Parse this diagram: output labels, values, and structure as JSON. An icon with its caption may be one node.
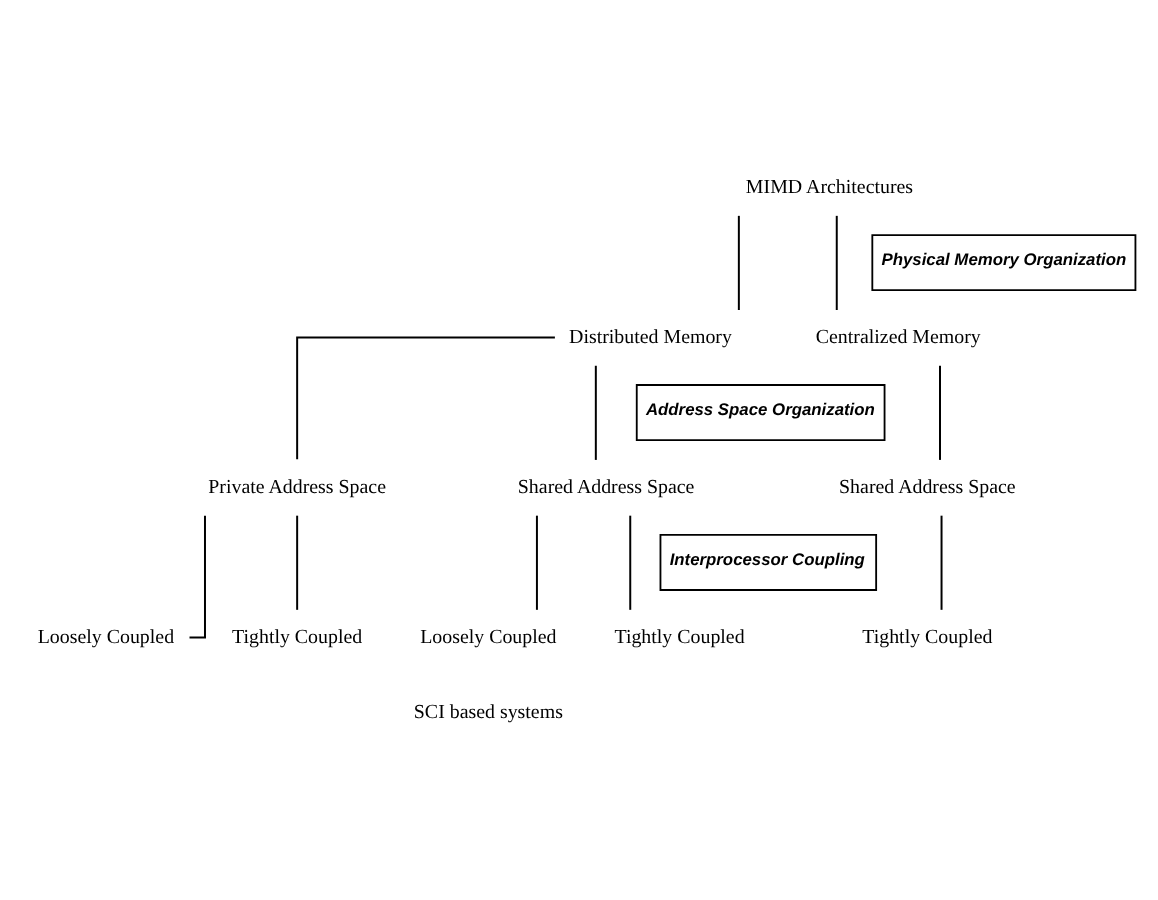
{
  "diagram": {
    "nodes": [
      {
        "text": [
          "MIMD Architectures"
        ]
      },
      {
        "text": [
          "Distributed Memory"
        ]
      },
      {
        "text": [
          "Centralized Memory"
        ]
      },
      {
        "text": [
          "Private Address Space"
        ]
      },
      {
        "text": [
          "Shared Address Space"
        ]
      },
      {
        "text": [
          "Shared Address Space"
        ]
      },
      {
        "text": [
          "Loosely Coupled"
        ]
      },
      {
        "text": [
          "Tightly Coupled"
        ]
      },
      {
        "text": [
          "Loosely Coupled"
        ]
      },
      {
        "text": [
          "Tightly Coupled"
        ]
      },
      {
        "text": [
          "Tightly Coupled"
        ]
      },
      {
        "text": [
          "Physical Memory Organization"
        ]
      },
      {
        "text": [
          "Address Space Organization"
        ]
      },
      {
        "text": [
          "Interprocessor Coupling"
        ]
      }
    ],
    "edges": [
      {
        "from": 0,
        "to": 1,
        "arrow": "none"
      },
      {
        "from": 0,
        "to": 2,
        "arrow": "none"
      },
      {
        "from": 1,
        "to": 3,
        "arrow": "none"
      },
      {
        "from": 1,
        "to": 4,
        "arrow": "none"
      },
      {
        "from": 2,
        "to": 5,
        "arrow": "none"
      },
      {
        "from": 3,
        "to": 6,
        "arrow": "none"
      },
      {
        "from": 3,
        "to": 7,
        "arrow": "none"
      },
      {
        "from": 4,
        "to": 8,
        "arrow": "none"
      },
      {
        "from": 4,
        "to": 9,
        "arrow": "none"
      },
      {
        "from": 5,
        "to": 10,
        "arrow": "none"
      }
    ],
    "labels": [
      "SCI based systems"
    ]
  }
}
